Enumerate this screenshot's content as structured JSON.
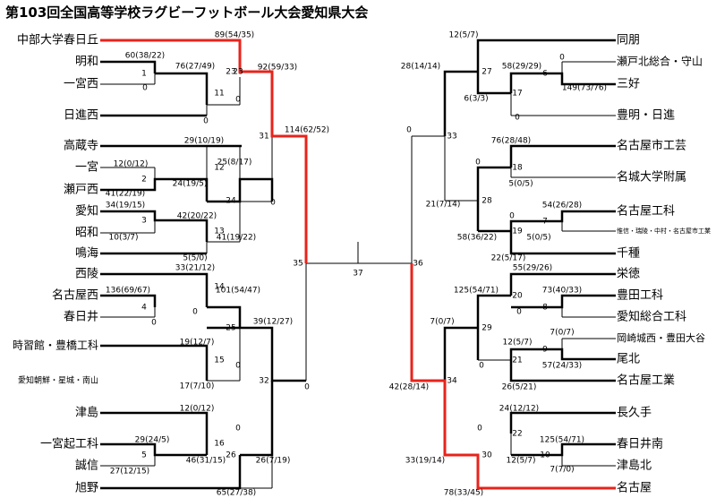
{
  "title": "第103回全国高等学校ラグビーフットボール大会愛知県大会",
  "colors": {
    "line": "#000000",
    "highlight": "#e8231b",
    "background": "#ffffff"
  },
  "left_teams": [
    "中部大学春日丘",
    "明和",
    "一宮西",
    "日進西",
    "高蔵寺",
    "一宮",
    "瀬戸西",
    "愛知",
    "昭和",
    "鳴海",
    "西陵",
    "名古屋西",
    "春日井",
    "時習館・豊橋工科",
    "愛知朝鮮・星城・南山",
    "津島",
    "一宮起工科",
    "誠信",
    "旭野"
  ],
  "right_teams": [
    "同朋",
    "瀬戸北総合・守山",
    "三好",
    "豊明・日進",
    "名古屋市工芸",
    "名城大学附属",
    "名古屋工科",
    "惟信・瑞陵・中村・名古屋市工業",
    "千種",
    "栄徳",
    "豊田工科",
    "愛知総合工科",
    "岡崎城西・豊田大谷",
    "尾北",
    "名古屋工業",
    "長久手",
    "春日井南",
    "津島北",
    "名古屋"
  ],
  "game_labels": [
    "1",
    "2",
    "3",
    "4",
    "5",
    "6",
    "7",
    "8",
    "9",
    "10",
    "11",
    "12",
    "13",
    "14",
    "15",
    "16",
    "17",
    "18",
    "19",
    "20",
    "21",
    "22",
    "23",
    "24",
    "25",
    "26",
    "27",
    "28",
    "29",
    "30",
    "31",
    "32",
    "33",
    "34",
    "35",
    "36",
    "37"
  ],
  "score_labels": [
    "89(54/35)",
    "60(38/22)",
    "0",
    "76(27/49)",
    "0",
    "23",
    "92(59/33)",
    "0",
    "29(10/19)",
    "12(0/12)",
    "24(19/5)",
    "41(22/19)",
    "25(8/17)",
    "0",
    "34(19/15)",
    "42(20/22)",
    "10(3/7)",
    "41(19/22)",
    "5(5/0)",
    "114(62/52)",
    "33(21/12)",
    "136(69/67)",
    "0",
    "101(54/47)",
    "0",
    "39(12/27)",
    "19(12/7)",
    "0",
    "17(7/10)",
    "0",
    "12(0/12)",
    "0",
    "29(24/5)",
    "46(31/15)",
    "27(12/15)",
    "26(7/19)",
    "65(27/38)",
    "12(5/7)",
    "28(14/14)",
    "0",
    "58(29/29)",
    "6(3/3)",
    "149(73/76)",
    "0",
    "0",
    "76(28/48)",
    "0",
    "5(0/5)",
    "21(7/14)",
    "54(26/28)",
    "0",
    "58(36/22)",
    "5(0/5)",
    "22(5/17)",
    "55(29/26)",
    "125(54/71)",
    "73(40/33)",
    "0",
    "7(0/7)",
    "7(0/7)",
    "12(5/7)",
    "0",
    "57(24/33)",
    "26(5/21)",
    "42(28/14)",
    "24(12/12)",
    "0",
    "125(54/71)",
    "12(5/7)",
    "7(7/0)",
    "33(19/14)",
    "78(33/45)"
  ]
}
